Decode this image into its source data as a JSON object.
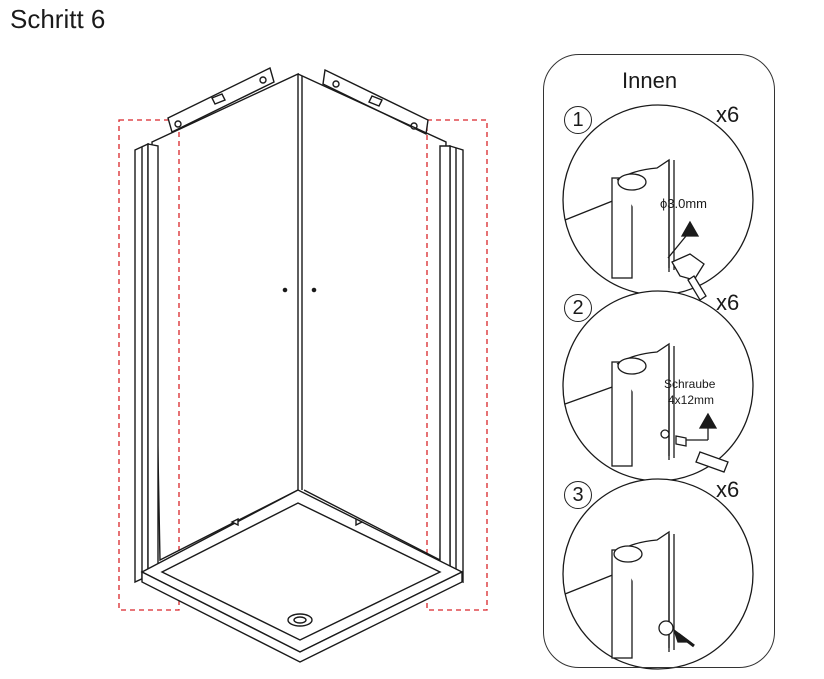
{
  "title": "Schritt 6",
  "panel": {
    "title": "Innen",
    "steps": [
      {
        "number": "1",
        "quantity": "x6",
        "note": "ϕ3.0mm"
      },
      {
        "number": "2",
        "quantity": "x6",
        "note_line1": "Schraube",
        "note_line2": "4x12mm"
      },
      {
        "number": "3",
        "quantity": "x6"
      }
    ]
  },
  "colors": {
    "line": "#1a1a1a",
    "dashed": "#d9252a",
    "fill": "#ffffff"
  }
}
